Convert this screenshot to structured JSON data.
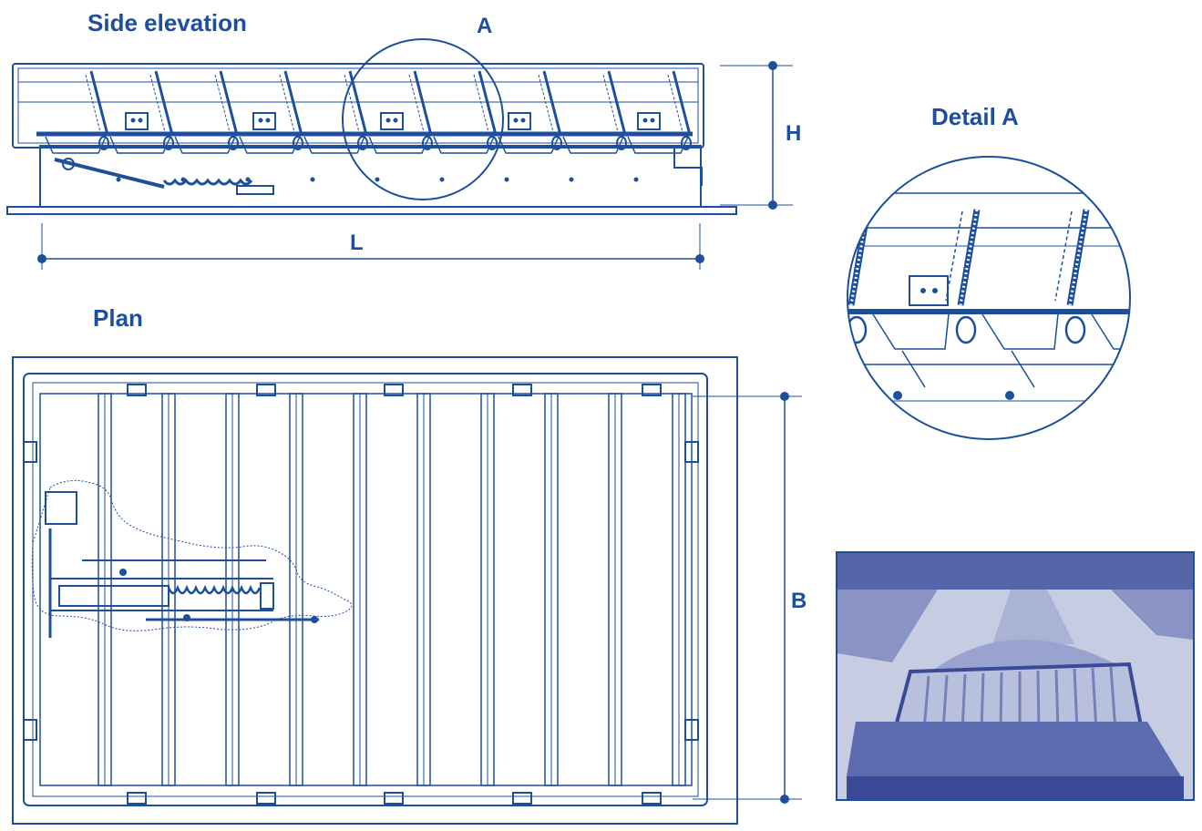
{
  "titles": {
    "side_elevation": "Side elevation",
    "plan": "Plan",
    "detail": "Detail A"
  },
  "dimensions": {
    "detail_marker": "A",
    "height": "H",
    "length": "L",
    "breadth": "B"
  },
  "colors": {
    "line": "#1d4f9c",
    "photo_tint": "#5566a8",
    "background": "#ffffff"
  },
  "icons": {
    "actuator": "gas-spring-actuator-icon",
    "photo": "installed-skylight-photo"
  }
}
